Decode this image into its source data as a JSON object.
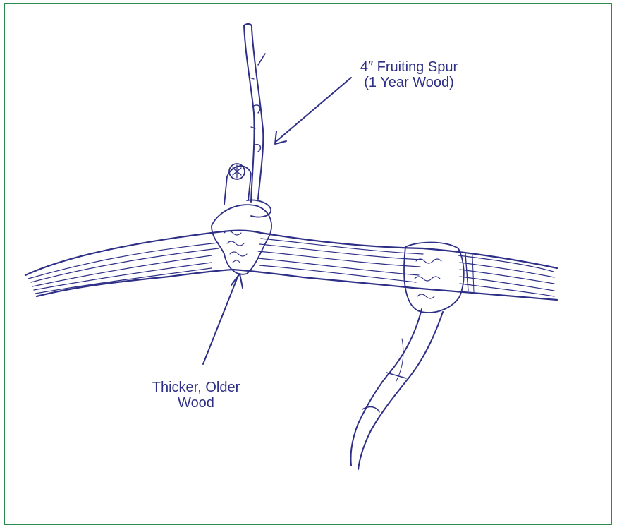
{
  "diagram": {
    "labels": {
      "fruiting_spur": {
        "line1": "4″ Fruiting Spur",
        "line2": "(1 Year Wood)"
      },
      "older_wood": {
        "line1": "Thicker, Older",
        "line2": "Wood"
      }
    },
    "colors": {
      "ink": "#2e2f86",
      "frame": "#2e8b4f",
      "background": "#ffffff"
    }
  }
}
